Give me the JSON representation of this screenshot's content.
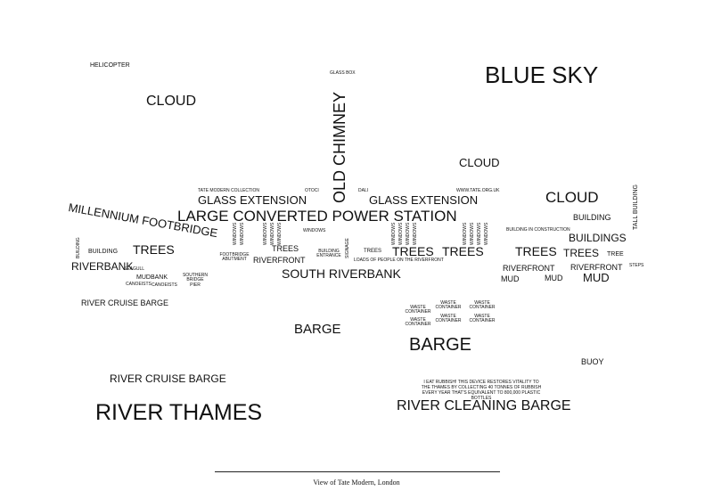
{
  "sky": {
    "helicopter": "HELICOPTER",
    "blue_sky": "BLUE SKY",
    "cloud_left": "CLOUD",
    "cloud_mid": "CLOUD",
    "cloud_right": "CLOUD",
    "glass_box": "GLASS BOX"
  },
  "power_station": {
    "old_chimney": "OLD CHIMNEY",
    "tate_collection": "TATE MODERN COLLECTION",
    "otoci": "OTOCI",
    "dali": "DALI",
    "website": "WWW.TATE.ORG.UK",
    "glass_ext_left": "GLASS EXTENSION",
    "glass_ext_right": "GLASS EXTENSION",
    "title": "LARGE CONVERTED POWER STATION",
    "windows_center": "WINDOWS",
    "signage": "SIGNAGE",
    "window_label": "WINDOWS"
  },
  "left_bank": {
    "millennium": "MILLENNIUM FOOTBRIDGE",
    "building_v": "BUILDING",
    "building": "BUILDING",
    "trees": "TREES",
    "riverbank": "RIVERBANK",
    "seagull": "SEAGULL",
    "mudbank": "MUDBANK",
    "southern_pier": "SOUTHERN BRIDGE PIER",
    "canoeists_a": "CANOEISTS",
    "canoeists_b": "CANOEISTS",
    "footbridge_abutment": "FOOTBRIDGE ABUTMENT",
    "riverfront": "RIVERFRONT",
    "trees_center": "TREES",
    "river_cruise_top": "RIVER CRUISE BARGE"
  },
  "south_bank": {
    "south_riverbank": "SOUTH RIVERBANK",
    "trees_a": "TREES",
    "trees_b": "TREES",
    "trees_c": "TREES",
    "building_entrance": "BUILDING ENTRANCE",
    "loads_people": "LOADS OF PEOPLE ON THE RIVERFRONT"
  },
  "right_bank": {
    "tall_building": "TALL BUILDING",
    "building": "BUILDING",
    "buildings": "BUILDINGS",
    "building_construction": "BUILDING IN CONSTRUCTION",
    "trees_a": "TREES",
    "trees_b": "TREES",
    "tree": "TREE",
    "steps": "STEPS",
    "riverfront_a": "RIVERFRONT",
    "riverfront_b": "RIVERFRONT",
    "mud_a": "MUD",
    "mud_b": "MUD",
    "mud_c": "MUD"
  },
  "river": {
    "barge_small": "BARGE",
    "barge_large": "BARGE",
    "waste_container": "WASTE CONTAINER",
    "buoy": "BUOY",
    "cruise_bottom": "RIVER CRUISE BARGE",
    "thames": "RIVER THAMES",
    "cleaning_barge": "RIVER CLEANING BARGE",
    "cleaning_note": "I EAT RUBBISH! THIS DEVICE RESTORES VITALITY TO THE THAMES BY COLLECTING 40 TONNES OF RUBBISH EVERY YEAR THAT'S EQUIVALENT TO 800,000 PLASTIC BOTTLES"
  },
  "caption": "View of Tate Modern, London"
}
